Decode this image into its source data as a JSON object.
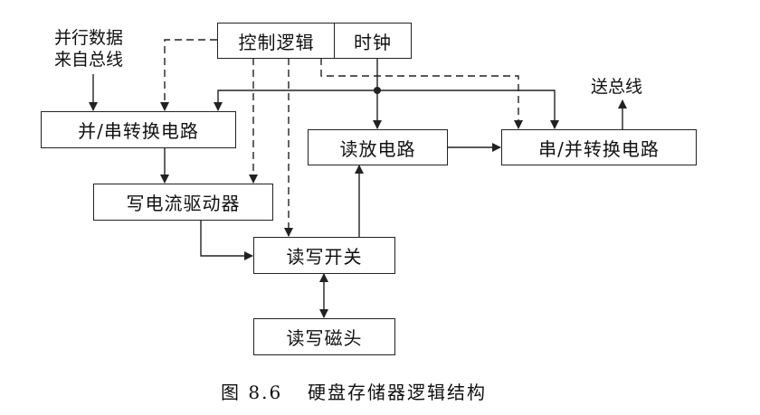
{
  "diagram": {
    "blocks": {
      "control_logic": "控制逻辑",
      "clock": "时钟",
      "par_to_ser": "并/串转换电路",
      "write_driver": "写电流驱动器",
      "rw_switch": "读写开关",
      "rw_head": "读写磁头",
      "read_amp": "读放电路",
      "ser_to_par": "串/并转换电路"
    },
    "labels": {
      "input_line1": "并行数据",
      "input_line2": "来自总线",
      "output": "送总线"
    },
    "caption": {
      "number": "图 8.6",
      "title": "硬盘存储器逻辑结构"
    },
    "line_color": "#222222"
  }
}
